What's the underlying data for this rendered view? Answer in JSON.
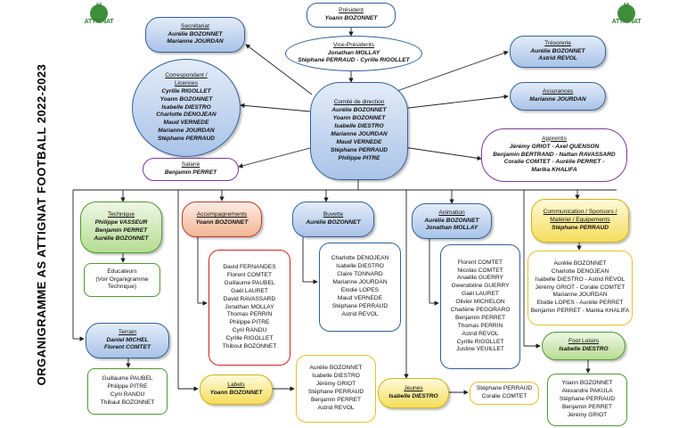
{
  "page_title": "ORGANIGRAMME  AS ATTIGNAT FOOTBALL 2022-2023",
  "logo": {
    "top": "AS",
    "bottom": "ATTIGNAT"
  },
  "nodes": {
    "president": {
      "title": "Président",
      "names": [
        "Yoann BOZONNET"
      ]
    },
    "vice": {
      "title": "Vice-Présidents",
      "names": [
        "Jonathan MOLLAY",
        "Stéphane PERRAUD - Cyrille RIGOLLET"
      ]
    },
    "comite": {
      "title": "Comité de direction",
      "names": [
        "Aurélie BOZONNET",
        "Yoann BOZONNET",
        "Isabelle DIESTRO",
        "Marianne JOURDAN",
        "Maud VERNEDE",
        "Stéphane PERRAUD",
        "Philippe PITRE"
      ]
    },
    "secretariat": {
      "title": "Secrétariat",
      "names": [
        "Aurélie BOZONNET",
        "Marianne JOURDAN"
      ]
    },
    "correspondant": {
      "title_lines": [
        "Correspondant /",
        "Licences"
      ],
      "names": [
        "Cyrille RIGOLLET",
        "Yoann BOZONNET",
        "Isabelle DIESTRO",
        "Charlotte DENOJEAN",
        "Maud VERNEDE",
        "Marianne JOURDAN",
        "Stéphane PERRAUD"
      ]
    },
    "salarie": {
      "title": "Salarié",
      "names": [
        "Benjamin PERRET"
      ]
    },
    "tresorerie": {
      "title": "Trésorerie",
      "names": [
        "Aurélie BOZONNET",
        "Astrid REVOL"
      ]
    },
    "assurances": {
      "title": "Assurances",
      "names": [
        "Marianne JOURDAN"
      ]
    },
    "apprentis": {
      "title": "Apprentis",
      "names": [
        "Jérémy GRIOT - Axel QUENSON",
        "Benjamin BERTRAND - Nattan RAVASSARD",
        "Coralie COMTET - Aurélie PERRET -",
        "Marika KHALIFA"
      ]
    },
    "technique": {
      "title": "Technique",
      "names": [
        "Philippe VASSEUR",
        "Benjamin PERRET",
        "Aurélie BOZONNET"
      ]
    },
    "educateurs": {
      "lines": [
        "Educateurs",
        "(Voir Organigramme",
        "Technique)"
      ]
    },
    "terrain": {
      "title": "Terrain",
      "names": [
        "Daniel MICHEL",
        "Florent COMTET"
      ]
    },
    "terrain_members": {
      "names": [
        "Guillaume PAUBEL",
        "Philippe PITRE",
        "Cyril RANDU",
        "Thibaut BOZONNET"
      ]
    },
    "accompagnements": {
      "title": "Accompagnements",
      "names": [
        "Yoann BOZONNET"
      ]
    },
    "accomp_members": {
      "names": [
        "David FERNANDES",
        "Florent COMTET",
        "Guillaume PAUBEL",
        "Gaël LAURET",
        "David RAVASSARD",
        "Jonathan MOLLAY",
        "Thomas PERRIN",
        "Philippe PITRE",
        "Cyril RANDU",
        "Cyrille RIGOLLET",
        "Thibout BOZONNET"
      ]
    },
    "labels": {
      "title": "Labels",
      "names": [
        "Yoann BOZONNET"
      ]
    },
    "labels_members": {
      "names": [
        "Aurélie BOZONNET",
        "Isabelle DIESTRO",
        "Jérémy GRIOT",
        "Stéphane PERRAUD",
        "Benjamin PERRET",
        "Astrid REVOL"
      ]
    },
    "buvette": {
      "title": "Buvette",
      "names": [
        "Aurélie BOZONNET"
      ]
    },
    "buvette_members": {
      "names": [
        "Charlotte DENOJEAN",
        "Isabelle DIESTRO",
        "Claire TONNARD",
        "Marianne JOURDAN",
        "Elodie LOPES",
        "Maud VERNEDE",
        "Stéphane PERRAUD",
        "Astrid REVOL"
      ]
    },
    "animation": {
      "title": "Animation",
      "names": [
        "Aurélie BOZONNET",
        "Jonathan MOLLAY"
      ]
    },
    "animation_members": {
      "names": [
        "Florent COMTET",
        "Nicolas COMTET",
        "Anaëlle GUERRY",
        "Gwendoline GUERRY",
        "Gaël LAURET",
        "Olivier MICHELON",
        "Charlène PEGORARO",
        "Benjamin PERRET",
        "Thomas PERRIN",
        "Astrid REVOL",
        "Cyrille RIGOLLET",
        "Justine VEUILLET"
      ]
    },
    "jeunes": {
      "title": "Jeunes",
      "names": [
        "Isabelle DIESTRO"
      ]
    },
    "jeunes_members": {
      "names": [
        "Stéphane PERRAUD",
        "Coralie COMTET"
      ]
    },
    "communication": {
      "title_lines": [
        "Communication / Sponsors /",
        "Matériel / Equipements"
      ],
      "names": [
        "Stéphane PERRAUD"
      ]
    },
    "comm_members": {
      "names": [
        "Aurélie BOZONNET",
        "Charlotte DENOJEAN",
        "Isabelle DIESTRO - Astrid REVOL",
        "Jérémy GRIOT - Coralie COMTET",
        "Marianne JOURDAN",
        "Elodie LOPES - Aurélie PERRET",
        "Benjamin PERRET - Marika KHALIFA"
      ]
    },
    "foot_loisirs": {
      "title": "Foot Loisirs",
      "names": [
        "Isabelle DIESTRO"
      ]
    },
    "loisirs_members": {
      "names": [
        "Yoann BOZONNET",
        "Alexandre PAKULA",
        "Stéphane PERRAUD",
        "Benjamin PERRET",
        "Jérémy GRIOT"
      ]
    }
  },
  "colors": {
    "line": "#333333",
    "blue": "#33619a",
    "green": "#4f9a2f",
    "red": "#c0392b",
    "yellow": "#d2b217",
    "purple": "#7a3a9a"
  }
}
